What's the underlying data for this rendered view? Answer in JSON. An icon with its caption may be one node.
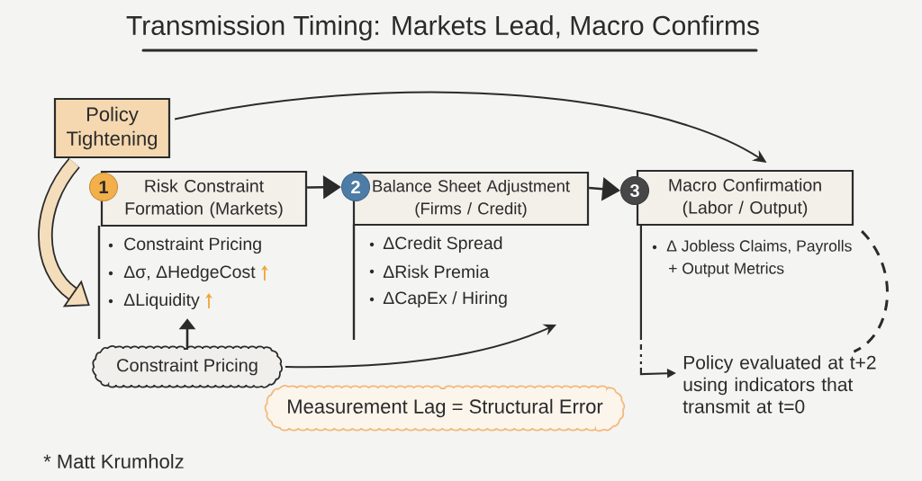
{
  "diagram": {
    "title": "Transmission Timing: Markets Lead, Macro Confirms",
    "nodes": [
      {
        "text": [
          "Policy Tightening"
        ]
      },
      {
        "text": [
          "1",
          "Risk Constraint Formation (Markets)",
          "Constraint Pricing",
          "Δσ, ΔHedgeCost",
          "ΔLiquidity"
        ]
      },
      {
        "text": [
          "2",
          "Balance Sheet Adjustment (Firms / Credit)",
          "ΔCredit Spread",
          "ΔRisk Premia",
          "ΔCapEx / Hiring"
        ]
      },
      {
        "text": [
          "3",
          "Macro Confirmation (Labor / Output)",
          "Δ Jobless Claims, Payrolls",
          "+ Output Metrics"
        ]
      },
      {
        "text": [
          "Constraint Pricing"
        ]
      },
      {
        "text": [
          "Policy evaluated at t+2 using indicators that transmit at t=0"
        ]
      },
      {
        "text": [
          "Measurement Lag = Structural Error"
        ]
      }
    ],
    "edges": [
      {
        "from": 0,
        "to": 3,
        "arrow": "to"
      },
      {
        "from": 0,
        "to": 1,
        "arrow": "to",
        "style": "thick"
      },
      {
        "from": 1,
        "to": 2,
        "arrow": "to"
      },
      {
        "from": 2,
        "to": 3,
        "arrow": "to"
      },
      {
        "from": 4,
        "to": 1,
        "arrow": "to"
      },
      {
        "from": 4,
        "to": 2,
        "arrow": "to"
      },
      {
        "from": 3,
        "to": 5,
        "arrow": "to",
        "style": "dashed"
      },
      {
        "from": 3,
        "to": 5,
        "arrow": "none",
        "style": "dashed"
      }
    ],
    "labels": [
      "* Matt Krumholz"
    ]
  }
}
